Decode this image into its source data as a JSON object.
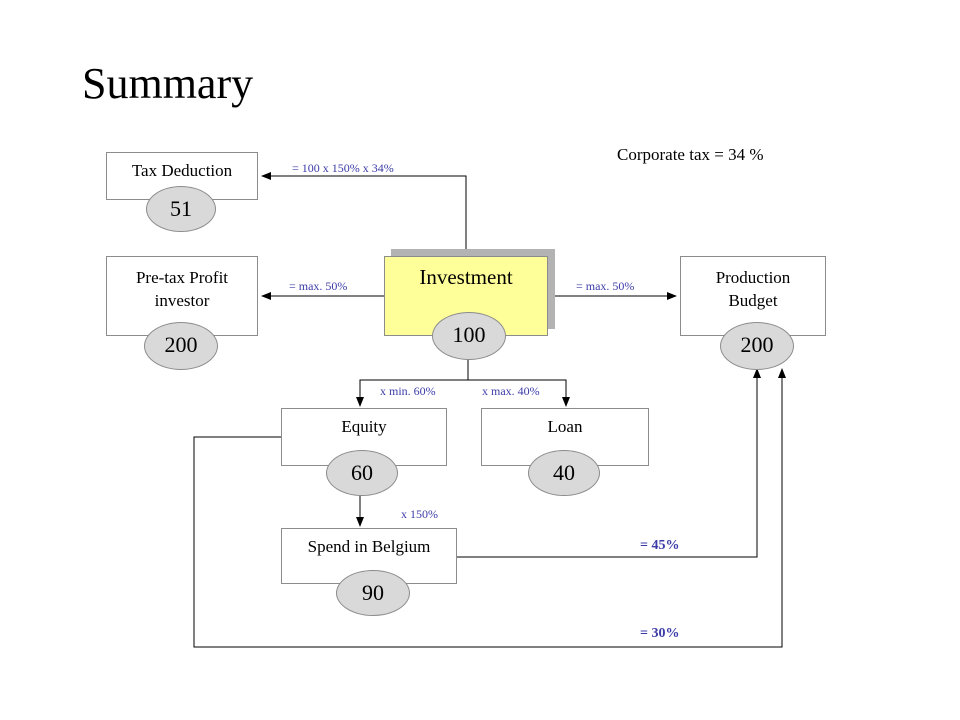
{
  "title": "Summary",
  "corporate_tax_note": "Corporate tax = 34 %",
  "nodes": {
    "tax_deduction": {
      "label": "Tax Deduction",
      "value": "51"
    },
    "pretax_profit": {
      "label_line1": "Pre-tax Profit",
      "label_line2": "investor",
      "value": "200"
    },
    "investment": {
      "label": "Investment",
      "value": "100"
    },
    "production_budget": {
      "label_line1": "Production",
      "label_line2": "Budget",
      "value": "200"
    },
    "equity": {
      "label": "Equity",
      "value": "60"
    },
    "loan": {
      "label": "Loan",
      "value": "40"
    },
    "spend_belgium": {
      "label": "Spend in Belgium",
      "value": "90"
    }
  },
  "edge_labels": {
    "to_tax": "= 100 x 150% x 34%",
    "to_pretax": "= max. 50%",
    "to_production": "= max. 50%",
    "to_equity": "x min. 60%",
    "to_loan": "x max. 40%",
    "equity_to_spend": "x 150%",
    "spend_to_production": "= 45%",
    "equity_to_production": "= 30%"
  },
  "colors": {
    "investment_fill": "#ffff99",
    "oval_fill": "#d9d9d9",
    "annotation_text": "#3c3ca8",
    "shadow": "#b3b3b3"
  }
}
